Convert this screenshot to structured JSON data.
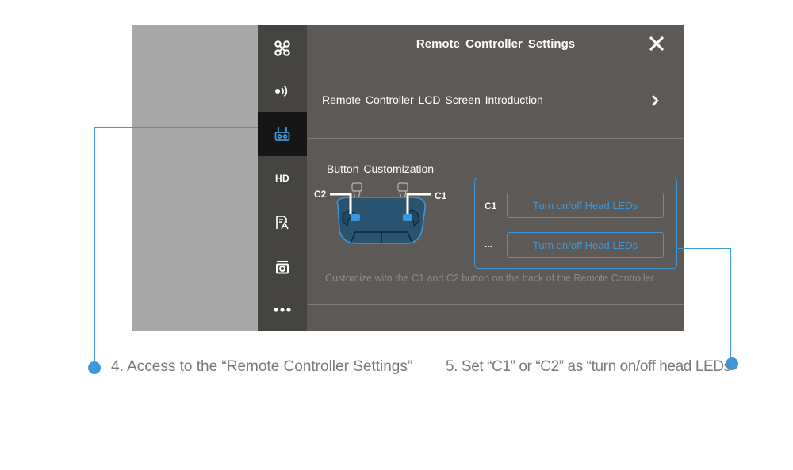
{
  "panel": {
    "title": "Remote  Controller Settings",
    "lcd_row_label": "Remote Controller  LCD Screen  Introduction",
    "section_title": "Button  Customization",
    "c1_label": "C1",
    "c2_label": "C2",
    "rows": [
      {
        "key": "C1",
        "button_label": "Turn on/off Head LEDs"
      },
      {
        "key": "...",
        "button_label": "Turn on/off Head LEDs"
      }
    ],
    "hint": "Customize witn the C1 and C2 button on the back of the Remote Controller"
  },
  "sidebar": {
    "items": [
      {
        "icon": "aircraft-icon"
      },
      {
        "icon": "signal-icon"
      },
      {
        "icon": "remote-controller-icon",
        "active": true
      },
      {
        "icon": "hd-icon",
        "label": "HD"
      },
      {
        "icon": "map-flag-icon"
      },
      {
        "icon": "camera-icon"
      },
      {
        "icon": "more-icon"
      }
    ]
  },
  "captions": {
    "step4": "4. Access to the “Remote Controller Settings”",
    "step5": "5. Set “C1” or “C2” as “turn on/off head LEDs"
  },
  "colors": {
    "accent": "#3e97d8",
    "panel_bg": "#5c5957",
    "sidebar_bg": "#464441",
    "active_bg": "#161616"
  }
}
